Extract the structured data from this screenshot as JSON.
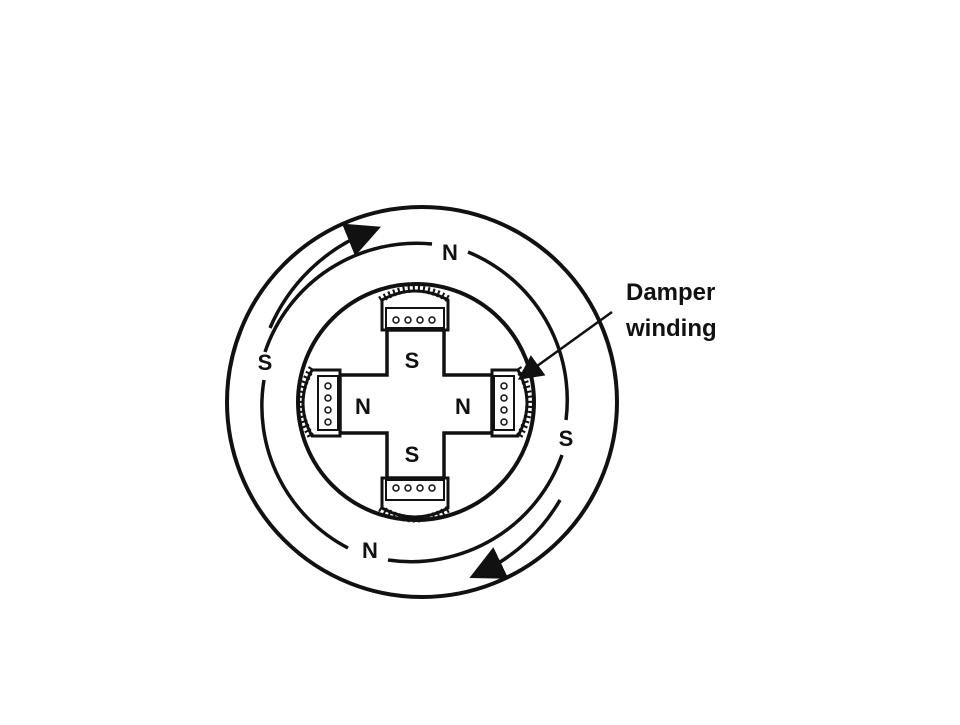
{
  "diagram": {
    "stator_poles": [
      {
        "id": "top",
        "text": "N"
      },
      {
        "id": "right",
        "text": "S"
      },
      {
        "id": "bottom",
        "text": "N"
      },
      {
        "id": "left",
        "text": "S"
      }
    ],
    "rotor_poles": [
      {
        "id": "top",
        "text": "S"
      },
      {
        "id": "right",
        "text": "N"
      },
      {
        "id": "bottom",
        "text": "S"
      },
      {
        "id": "left",
        "text": "N"
      }
    ],
    "callout": {
      "line1": "Damper",
      "line2": "winding"
    },
    "colors": {
      "ink": "#111111",
      "paper": "#ffffff"
    }
  }
}
